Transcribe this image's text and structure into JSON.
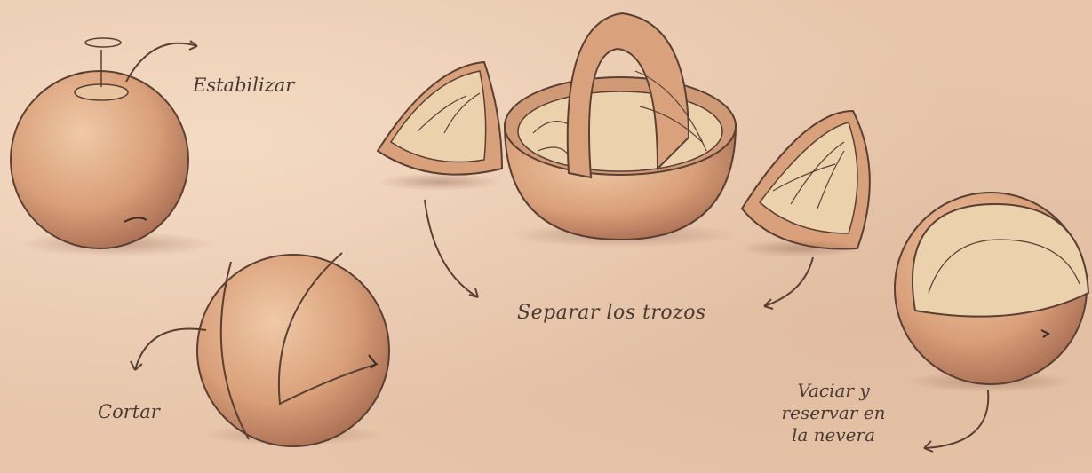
{
  "labels": {
    "estabilizar": "Estabilizar",
    "cortar": "Cortar",
    "separar": "Separar los trozos",
    "vaciar": {
      "line1": "Vaciar y",
      "line2": "reservar en",
      "line3": "la nevera"
    }
  },
  "colors": {
    "paper": "#e7c6ab",
    "orange_fill": "#dba77f",
    "pencil": "#4a3a33",
    "flesh": "#e8c9a0"
  }
}
